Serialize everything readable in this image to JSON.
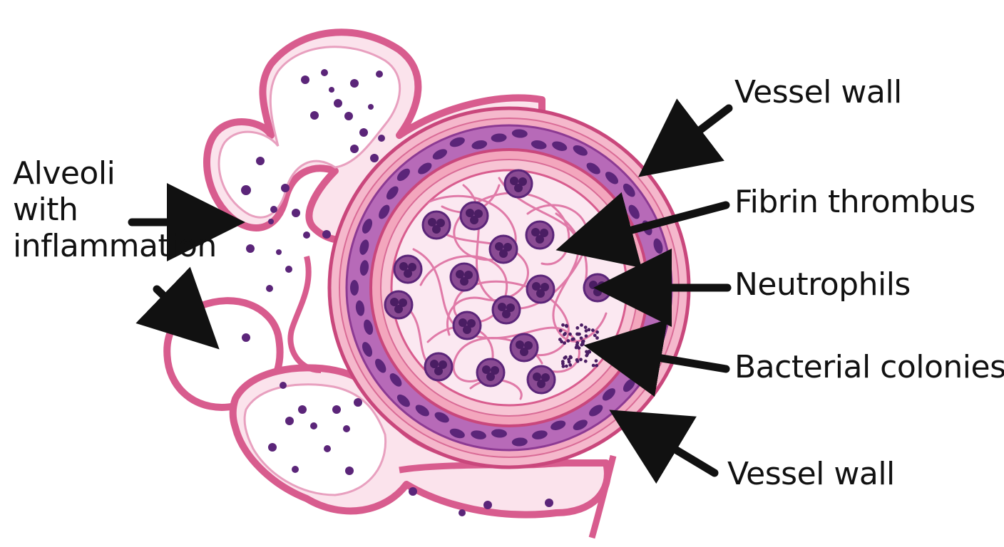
{
  "colors": {
    "background": "#ffffff",
    "tissue_fill": "#fbe3ec",
    "tissue_edge": "#d85c8e",
    "nucleus": "#5b2579",
    "media": "#b76ab8",
    "intima": "#f3a6bd",
    "lumen": "#fbe8f1",
    "fibrin": "#e07aa8",
    "neutrophil": "#8a4b93",
    "neutrophil_nucleus": "#4a1d63",
    "arrow": "#111111"
  },
  "labels": {
    "alveoli": [
      "Alveoli",
      "with",
      "inflammation"
    ],
    "vessel_wall_top": "Vessel wall",
    "fibrin_thrombus": "Fibrin thrombus",
    "neutrophils": "Neutrophils",
    "bacterial_colonies": "Bacterial colonies",
    "vessel_wall_bottom": "Vessel wall"
  },
  "icons": {
    "alveoli": "alveoli-icon",
    "vessel": "blood-vessel-icon",
    "neutrophil": "neutrophil-icon",
    "bacteria": "bacteria-icon",
    "arrow": "arrow-icon"
  }
}
